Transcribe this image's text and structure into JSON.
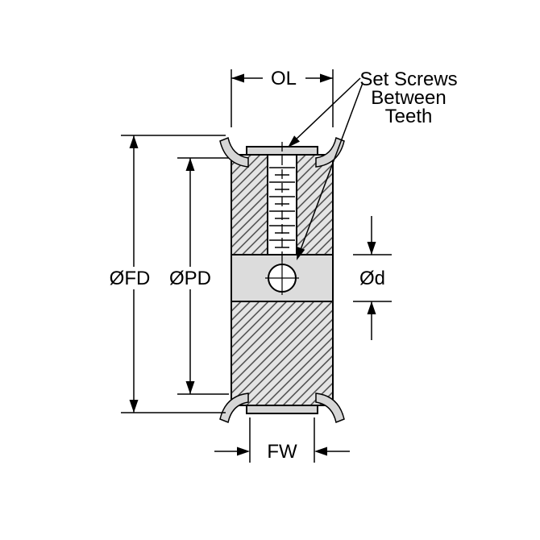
{
  "labels": {
    "overall_length": "OL",
    "set_screws_note_line1": "Set Screws",
    "set_screws_note_line2": "Between",
    "set_screws_note_line3": "Teeth",
    "flange_diameter": "ØFD",
    "pitch_diameter": "ØPD",
    "bore_diameter": "Ød",
    "face_width": "FW"
  },
  "colors": {
    "line": "#000000",
    "hatch_lines": "#3f3f3f",
    "hatch_background": "#e4e4e4",
    "band_fill": "#dcdcdc",
    "cap_fill": "#d6d6d6",
    "background": "#ffffff"
  }
}
